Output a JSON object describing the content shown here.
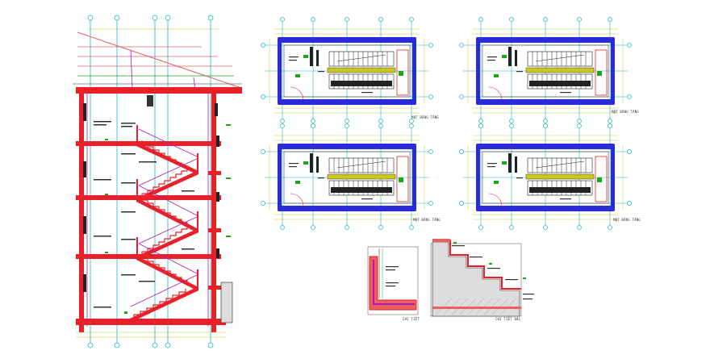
{
  "drawing": {
    "title": "Staircase section, floor plans and step details (CAD)",
    "colors": {
      "red": "#e8202a",
      "blue": "#2a2ad8",
      "cyan": "#1ab8c8",
      "yellow": "#c8c820",
      "green": "#1aa81a",
      "magenta": "#b01ab0",
      "dark": "#222222",
      "pink": "#e86060"
    }
  },
  "captions": {
    "plan1": "MẶT BẰNG TẦNG",
    "plan2": "MẶT BẰNG TẦNG",
    "plan3": "MẶT BẰNG TẦNG",
    "plan4": "MẶT BẰNG TẦNG",
    "detail1": "CHI TIẾT",
    "detail2": "CHI TIẾT BẬC"
  }
}
